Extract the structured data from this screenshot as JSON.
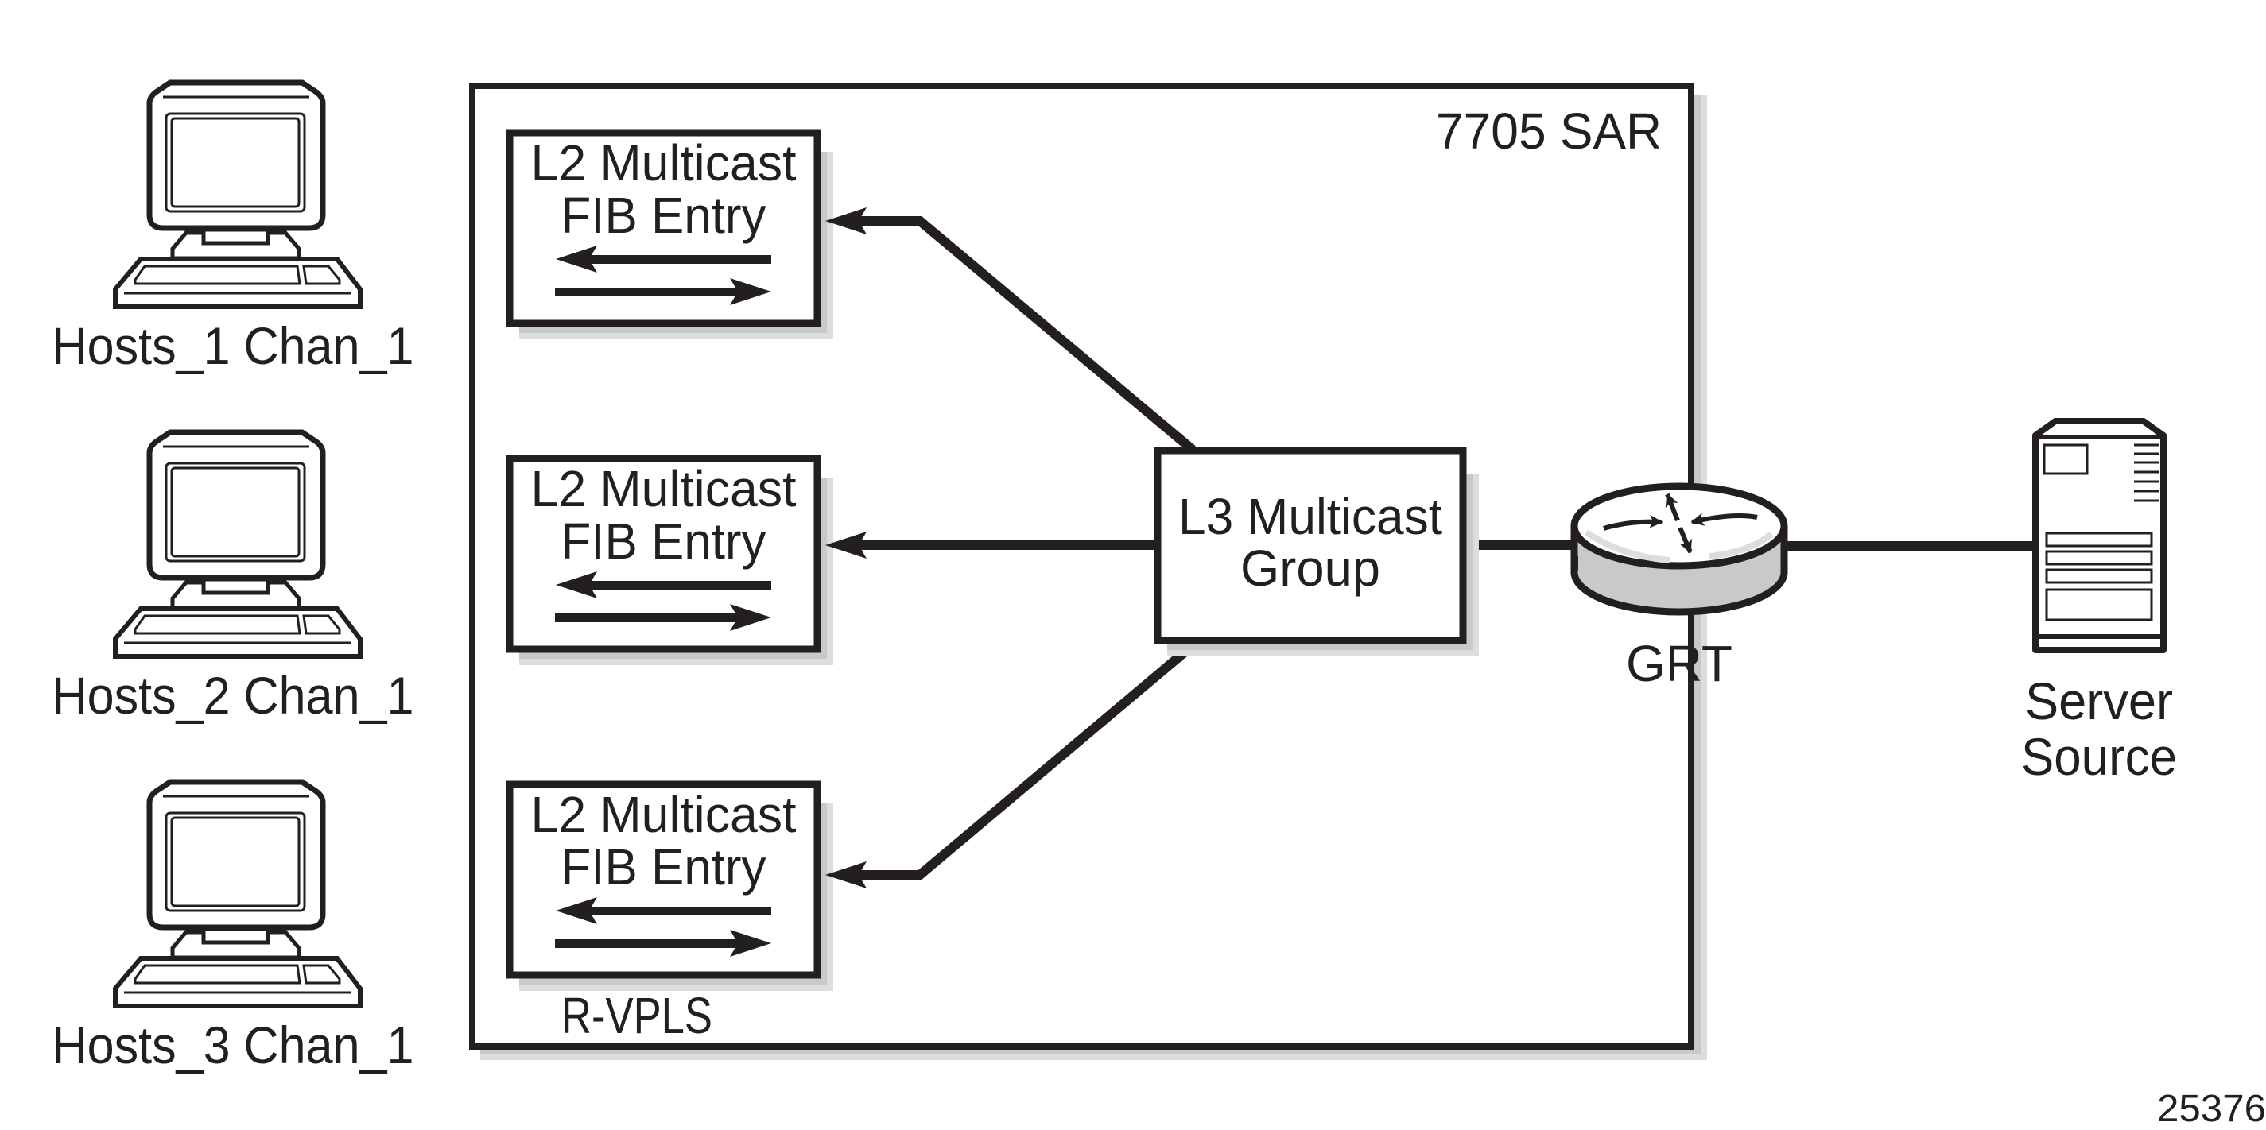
{
  "diagram": {
    "title": "7705 SAR",
    "container_label": "7705 SAR",
    "region_label": "R-VPLS",
    "figure_number": "25376",
    "colors": {
      "stroke": "#231f20",
      "shadow_dark": "#c8c9cb",
      "shadow_light": "#dcdddf",
      "router_body": "#c8c9cb",
      "router_highlight": "#dcdddf",
      "background": "#ffffff"
    },
    "hosts": [
      {
        "label": "Hosts_1 Chan_1",
        "icon": "desktop-computer-icon"
      },
      {
        "label": "Hosts_2 Chan_1",
        "icon": "desktop-computer-icon"
      },
      {
        "label": "Hosts_3 Chan_1",
        "icon": "desktop-computer-icon"
      }
    ],
    "l2_entries": [
      {
        "line1": "L2 Multicast",
        "line2": "FIB Entry",
        "icon": "bidirectional-arrows-icon"
      },
      {
        "line1": "L2 Multicast",
        "line2": "FIB Entry",
        "icon": "bidirectional-arrows-icon"
      },
      {
        "line1": "L2 Multicast",
        "line2": "FIB Entry",
        "icon": "bidirectional-arrows-icon"
      }
    ],
    "l3_group": {
      "line1": "L3 Multicast",
      "line2": "Group"
    },
    "router": {
      "label": "GRT",
      "icon": "router-icon"
    },
    "server": {
      "line1": "Server",
      "line2": "Source",
      "icon": "server-tower-icon"
    },
    "connections": [
      {
        "from": "L3 Multicast Group",
        "to": "L2 Multicast FIB Entry 1",
        "arrow": "to"
      },
      {
        "from": "L3 Multicast Group",
        "to": "L2 Multicast FIB Entry 2",
        "arrow": "to"
      },
      {
        "from": "L3 Multicast Group",
        "to": "L2 Multicast FIB Entry 3",
        "arrow": "to"
      },
      {
        "from": "GRT",
        "to": "L3 Multicast Group",
        "arrow": "none"
      },
      {
        "from": "Server Source",
        "to": "GRT",
        "arrow": "none"
      }
    ]
  }
}
